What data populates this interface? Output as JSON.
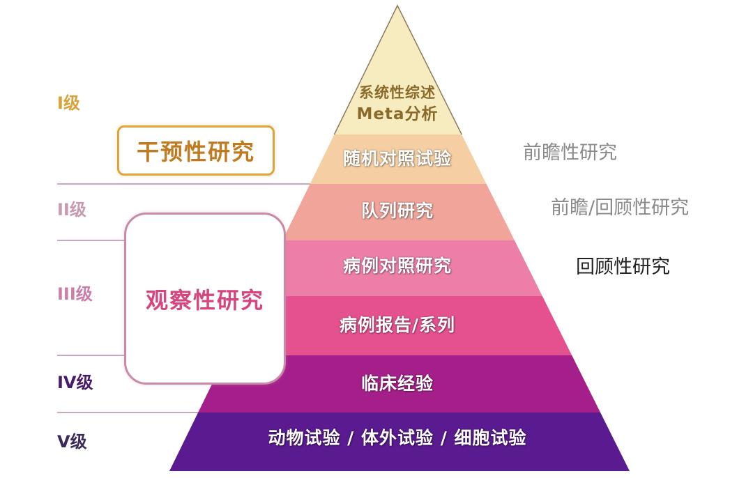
{
  "tiers": [
    {
      "lines": [
        "系统性综述",
        "Meta分析"
      ],
      "color": "#f7ecc0",
      "text_color": "#8a6a2a"
    },
    {
      "lines": [
        "随机对照试验"
      ],
      "color": "#f5cfa3"
    },
    {
      "lines": [
        "队列研究"
      ],
      "color": "#f0a49a"
    },
    {
      "lines": [
        "病例对照研究"
      ],
      "color": "#ec7ea8"
    },
    {
      "lines": [
        "病例报告/系列"
      ],
      "color": "#e5508f"
    },
    {
      "lines": [
        "临床经验"
      ],
      "color": "#a41f8a"
    },
    {
      "lines": [
        "动物试验 / 体外试验 / 细胞试验"
      ],
      "color": "#5a1a90"
    }
  ],
  "levels": [
    {
      "label": "I级",
      "color": "#d8a23a"
    },
    {
      "label": "II级",
      "color": "#c99ab0"
    },
    {
      "label": "III级",
      "color": "#cc7ea8"
    },
    {
      "label": "IV级",
      "color": "#4a1a6a"
    },
    {
      "label": "V级",
      "color": "#3a2a5a"
    }
  ],
  "groups": {
    "intervention": {
      "label": "干预性研究",
      "color": "#c07a20"
    },
    "observational": {
      "label": "观察性研究",
      "color": "#d6457e"
    }
  },
  "study_directions": [
    {
      "label": "前瞻性研究",
      "color": "#8a8a8a"
    },
    {
      "label": "前瞻/回顾性研究",
      "color": "#8a8a8a"
    },
    {
      "label": "回顾性研究",
      "color": "#222222"
    }
  ]
}
